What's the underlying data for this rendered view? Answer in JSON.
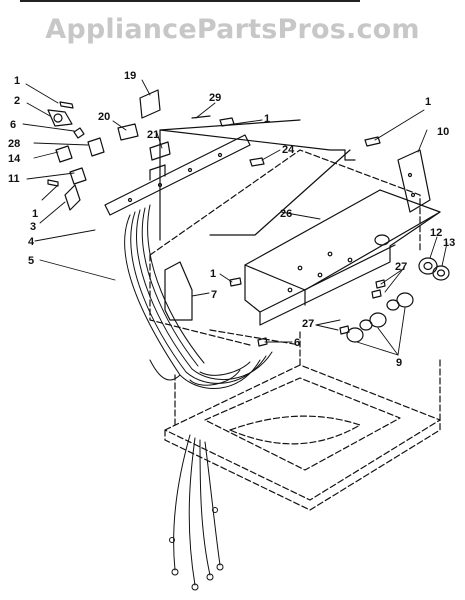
{
  "watermark": "AppliancePartsPros.com",
  "callouts": {
    "c1a": "1",
    "c2": "2",
    "c6a": "6",
    "c28": "28",
    "c14": "14",
    "c11": "11",
    "c1b": "1",
    "c3": "3",
    "c4": "4",
    "c5": "5",
    "c19": "19",
    "c20": "20",
    "c21": "21",
    "c29": "29",
    "c1c": "1",
    "c24": "24",
    "c26": "26",
    "c1d": "1",
    "c7": "7",
    "c6b": "6",
    "c1e": "1",
    "c10": "10",
    "c12": "12",
    "c13": "13",
    "c27a": "27",
    "c27b": "27",
    "c9": "9"
  }
}
